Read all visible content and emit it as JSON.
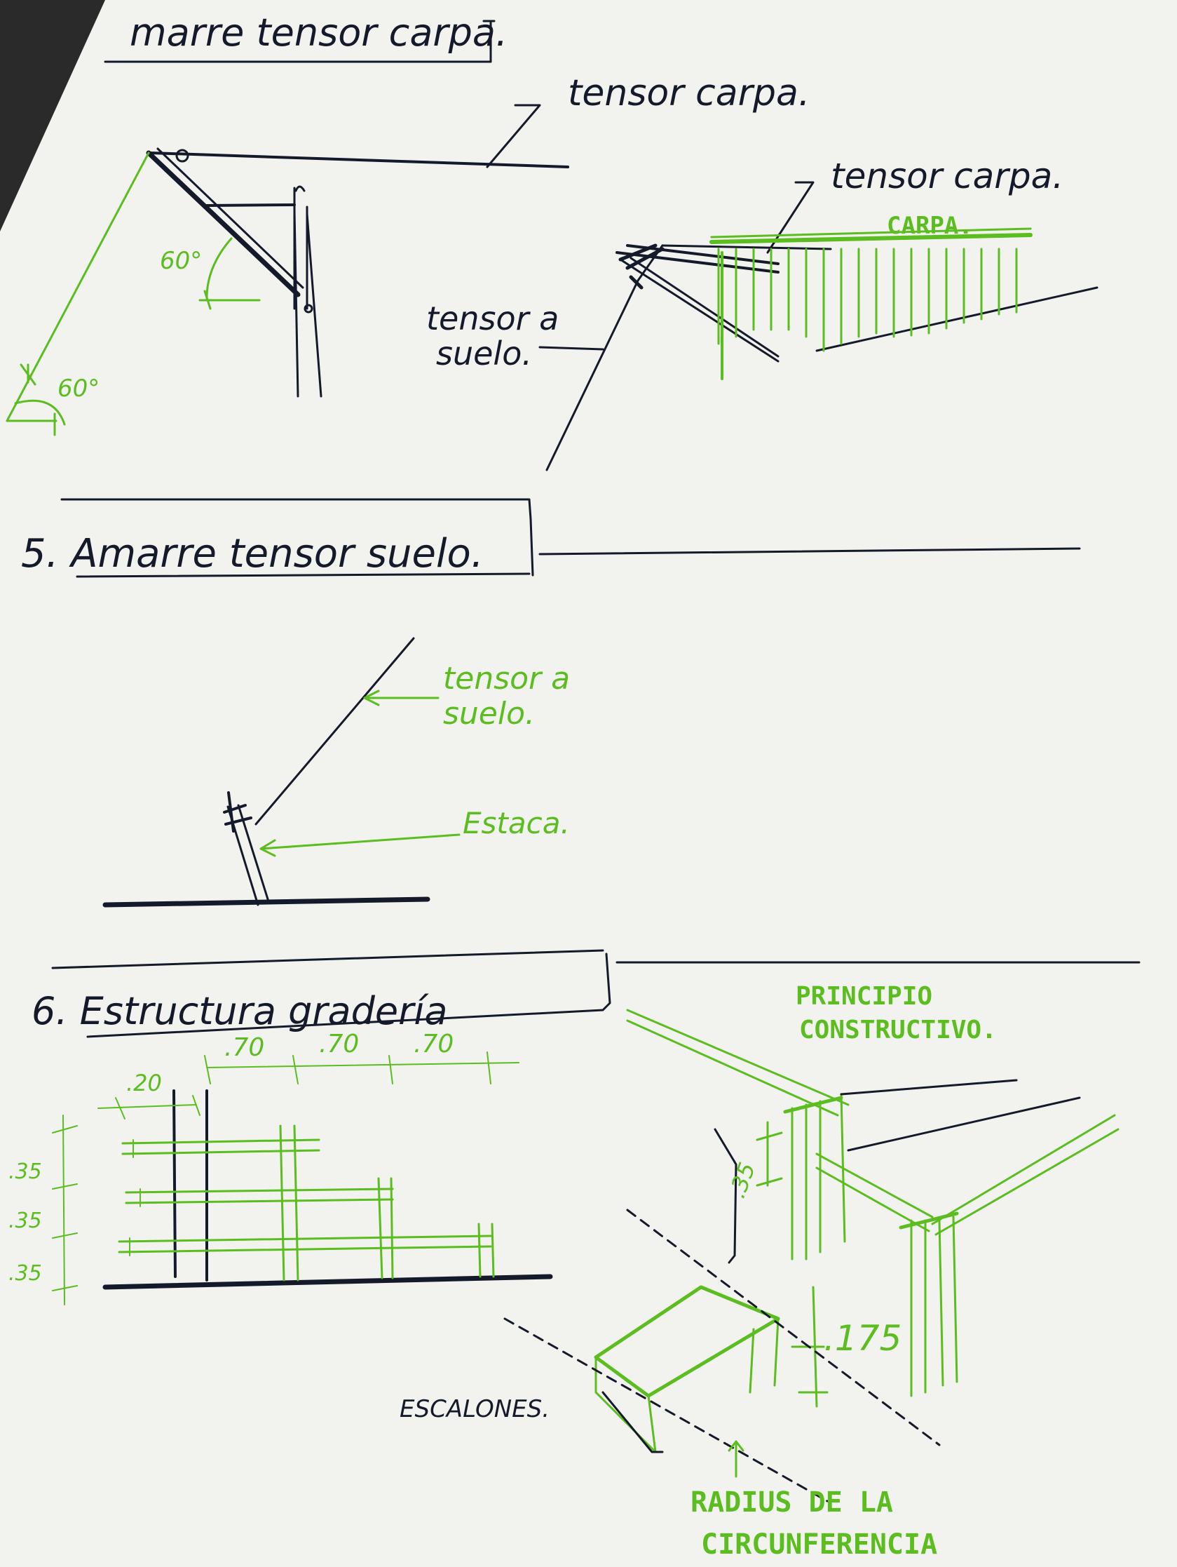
{
  "sections": {
    "s4_title": "marre tensor carpa.",
    "s5_title": "5. Amarre tensor suelo.",
    "s6_title": "6. Estructura gradería"
  },
  "labels": {
    "tensor_carpa_1": "tensor carpa.",
    "tensor_carpa_2": "tensor carpa.",
    "carpa": "CARPA.",
    "tensor_suelo_a": "tensor a",
    "tensor_suelo_b": "suelo.",
    "angle_top": "60°",
    "angle_ground": "60°",
    "tensor_suelo_g_a": "tensor a",
    "tensor_suelo_g_b": "suelo.",
    "estaca": "Estaca.",
    "principio_a": "PRINCIPIO",
    "principio_b": "CONSTRUCTIVO.",
    "escalones": "ESCALONES.",
    "radius_a": "RADIUS DE LA",
    "radius_b": "CIRCUNFERENCIA"
  },
  "dims": {
    "w20": ".20",
    "w70a": ".70",
    "w70b": ".70",
    "w70c": ".70",
    "h35a": ".35",
    "h35b": ".35",
    "h35c": ".35",
    "h35_iso": ".35",
    "h175": ".175"
  },
  "colors": {
    "paper": "#f2f2ee",
    "ink": "#141a2a",
    "green": "#5bbd1f",
    "background": "#2a2a2a"
  }
}
